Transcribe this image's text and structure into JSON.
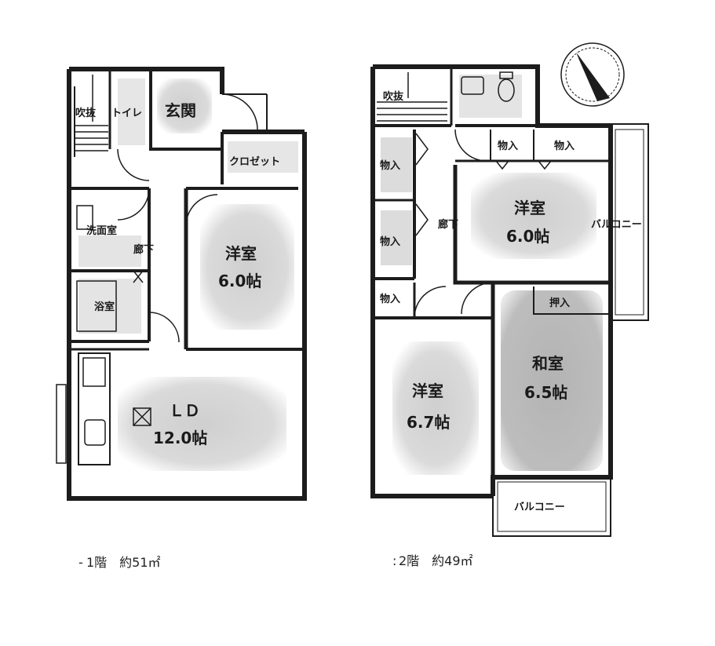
{
  "floor1": {
    "caption": "1階　約51㎡",
    "caption_prefix": "-",
    "rooms": {
      "fukinuke": "吹抜",
      "toilet": "トイレ",
      "genkan": "玄関",
      "closet": "クロゼット",
      "senmen": "洗面室",
      "roka": "廊下",
      "yoshitsu_name": "洋室",
      "yoshitsu_area": "6.0帖",
      "yokushitsu": "浴室",
      "ld_name": "ＬＤ",
      "ld_area": "12.0帖"
    }
  },
  "floor2": {
    "caption": "2階　約49㎡",
    "caption_prefix": ":",
    "rooms": {
      "fukinuke": "吹抜",
      "monoire": "物入",
      "roka": "廊下",
      "yoshitsu_a_name": "洋室",
      "yoshitsu_a_area": "6.0帖",
      "balcony_east": "バルコニー",
      "oshiire": "押入",
      "washitsu_name": "和室",
      "washitsu_area": "6.5帖",
      "yoshitsu_b_name": "洋室",
      "yoshitsu_b_area": "6.7帖",
      "balcony_south": "バルコニー"
    }
  },
  "colors": {
    "wall": "#1c1c1c",
    "room_shade": "#d4d4d4",
    "washitsu_shade": "#b8b8b8"
  },
  "icons": {
    "compass": "north-arrow-icon",
    "pillar": "pillar-x-icon"
  }
}
